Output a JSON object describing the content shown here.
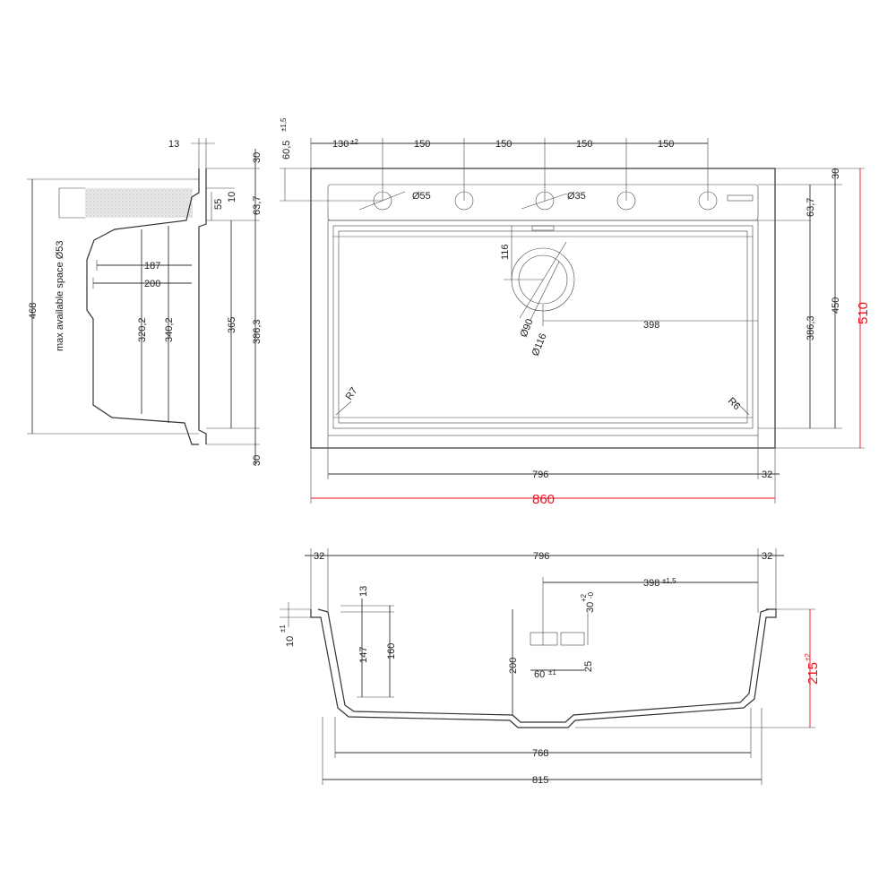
{
  "colors": {
    "line": "#333333",
    "highlight": "#e8121c",
    "hatch": "#cfcfcf"
  },
  "top_view": {
    "widths": {
      "hole_offset": "130",
      "hole_offset_tol": "±2",
      "spacing_1": "150",
      "spacing_2": "150",
      "spacing_3": "150",
      "spacing_4": "150",
      "bowl": "796",
      "right_rim": "32",
      "overall": "860"
    },
    "heights": {
      "top_offset": "60,5",
      "top_offset_tol": "±1,5",
      "rim_top": "30",
      "deck": "63,7",
      "bowl": "386,3",
      "inner": "450",
      "overall": "510"
    },
    "labels": {
      "tap_hole": "Ø55",
      "hole": "Ø35",
      "waste_inner": "Ø90",
      "waste_outer": "Ø116",
      "waste_from_top": "116",
      "waste_from_side": "398",
      "radius_left": "R7",
      "radius_right": "R6"
    }
  },
  "side_view": {
    "top_thickness": "13",
    "dims_right": [
      "30",
      "63,7",
      "365",
      "386,3",
      "30"
    ],
    "small": [
      "55",
      "10"
    ],
    "widths": [
      "187",
      "200"
    ],
    "depths": [
      "320,2",
      "340,2"
    ],
    "overall": "468",
    "space_note": "max available space Ø53"
  },
  "front_view": {
    "rim_left": "32",
    "bowl": "796",
    "rim_right": "32",
    "waste_pos": "398",
    "waste_pos_tol": "±1,5",
    "rim": "10",
    "rim_tol": "±1",
    "inner_top": "13",
    "side_depth": "147",
    "bowl_depth": "160",
    "waste_h": "200",
    "angle": "30",
    "angle_tol_plus": "+2",
    "angle_tol_minus": "-0",
    "waste_w": "60",
    "waste_w_tol": "±1",
    "waste_d": "25",
    "depth": "215",
    "depth_tol": "±2",
    "bottom": "768",
    "overall": "815"
  }
}
